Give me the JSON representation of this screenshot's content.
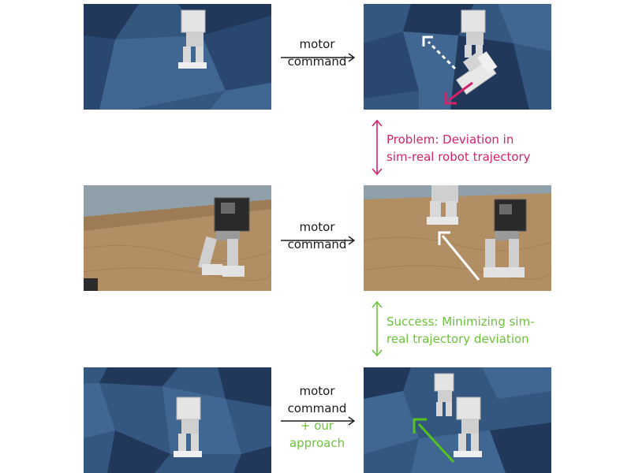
{
  "rows": [
    {
      "command_lines": [
        "motor",
        "command"
      ],
      "extra_lines": []
    },
    {
      "command_lines": [
        "motor",
        "command"
      ],
      "extra_lines": []
    },
    {
      "command_lines": [
        "motor",
        "command"
      ],
      "extra_lines": [
        "+ our",
        "approach"
      ]
    }
  ],
  "problem": {
    "lines": [
      "Problem: Deviation in",
      "sim-real robot trajectory"
    ],
    "color": "#d4226b"
  },
  "success": {
    "lines": [
      "Success: Minimizing sim-",
      "real trajectory deviation"
    ],
    "color": "#6cc23a"
  },
  "panels": {
    "sim_floor_dark": "#21385a",
    "sim_floor_light": "#3f6791",
    "real_floor": "#b28e64",
    "trajectory_deviation_arrow": "#d4226b",
    "real_trajectory_arrow": "#ffffff",
    "matched_trajectory_arrow": "#56c21e"
  }
}
